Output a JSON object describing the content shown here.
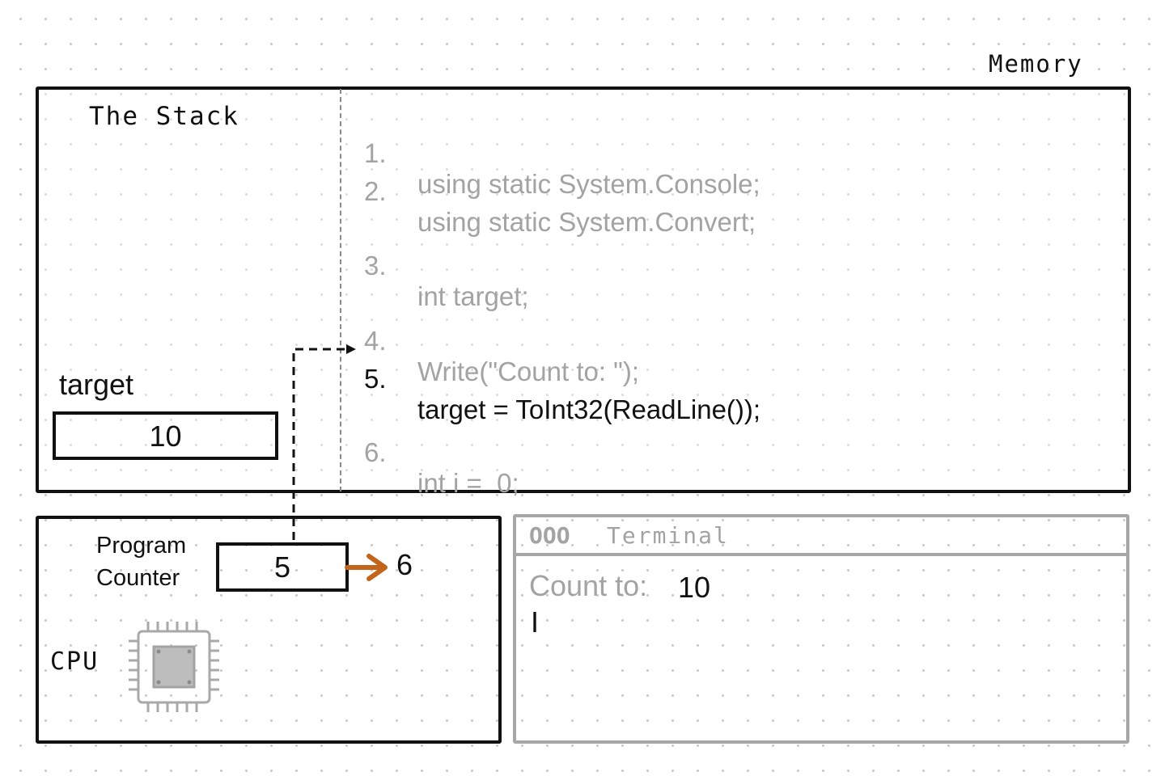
{
  "memory_label": "Memory",
  "stack": {
    "title": "The Stack",
    "variable": {
      "name": "target",
      "value": "10"
    }
  },
  "code": [
    {
      "num": "1.",
      "text": "using static System.Console;",
      "active": false
    },
    {
      "num": "2.",
      "text": "using static System.Convert;",
      "active": false
    },
    {
      "num": "3.",
      "text": "int target;",
      "active": false
    },
    {
      "num": "4.",
      "text": "Write(\"Count to: \");",
      "active": false
    },
    {
      "num": "5.",
      "text": "target = ToInt32(ReadLine());",
      "active": true
    },
    {
      "num": "6.",
      "text": "int i =  0;",
      "active": false
    }
  ],
  "cpu": {
    "label": "CPU",
    "program_counter_label_1": "Program",
    "program_counter_label_2": "Counter",
    "pc_value": "5",
    "pc_next": "6",
    "icon": "chip-icon"
  },
  "terminal": {
    "dots": "OOO",
    "title": "Terminal",
    "prompt": "Count to:",
    "input": "10",
    "cursor": "I"
  },
  "colors": {
    "ink": "#111111",
    "faded": "#a3a3a3",
    "arrow": "#c2651a"
  }
}
